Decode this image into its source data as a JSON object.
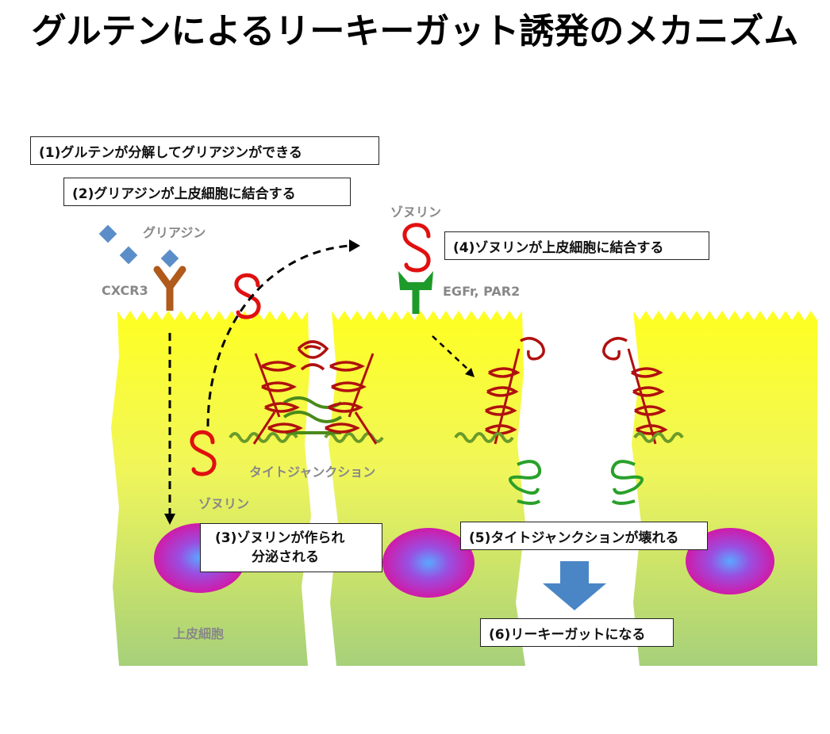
{
  "title": "グルテンによるリーキーガット誘発のメカニズム",
  "steps": {
    "s1": "(1)グルテンが分解してグリアジンができる",
    "s2": "(2)グリアジンが上皮細胞に結合する",
    "s3_line1": "(3)ゾヌリンが作られ",
    "s3_line2": "分泌される",
    "s4": "(4)ゾヌリンが上皮細胞に結合する",
    "s5": "(5)タイトジャンクションが壊れる",
    "s6": "(6)リーキーガットになる"
  },
  "labels": {
    "gliadin": "グリアジン",
    "cxcr3": "CXCR3",
    "zonulin_top": "ゾヌリン",
    "egfr": "EGFr, PAR2",
    "zonulin_cell": "ゾヌリン",
    "tight_junction": "タイトジャンクション",
    "epithelial_cell": "上皮細胞"
  },
  "colors": {
    "cell_top": "#ffff20",
    "cell_bottom": "#a8d27a",
    "zonulin": "#e01010",
    "receptor_cxcr3": "#b05a1c",
    "receptor_egfr": "#1e9a2a",
    "gliadin": "#5b8ec9",
    "claudin": "#4a8a1a",
    "nucleus": "#c21bb5",
    "arrow": "#4a86c5"
  }
}
